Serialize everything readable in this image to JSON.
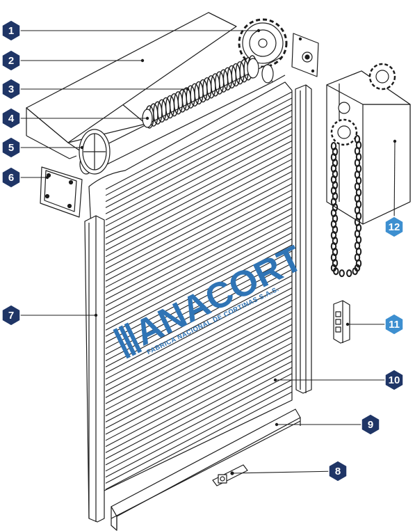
{
  "colors": {
    "line": "#1c1c1c",
    "badge_dark": "#1f3566",
    "badge_light": "#3d8fd0",
    "brand": "#2f74b5",
    "paper": "#ffffff"
  },
  "brand": {
    "title": "ANACORT",
    "subtitle": "FABRICA NACIONAL DE CORTINAS S.A.S."
  },
  "callouts": [
    {
      "label": "1",
      "style": "dark"
    },
    {
      "label": "2",
      "style": "dark"
    },
    {
      "label": "3",
      "style": "dark"
    },
    {
      "label": "4",
      "style": "dark"
    },
    {
      "label": "5",
      "style": "dark"
    },
    {
      "label": "6",
      "style": "dark"
    },
    {
      "label": "7",
      "style": "dark"
    },
    {
      "label": "8",
      "style": "dark"
    },
    {
      "label": "9",
      "style": "dark"
    },
    {
      "label": "10",
      "style": "dark"
    },
    {
      "label": "11",
      "style": "light"
    },
    {
      "label": "12",
      "style": "light"
    }
  ]
}
